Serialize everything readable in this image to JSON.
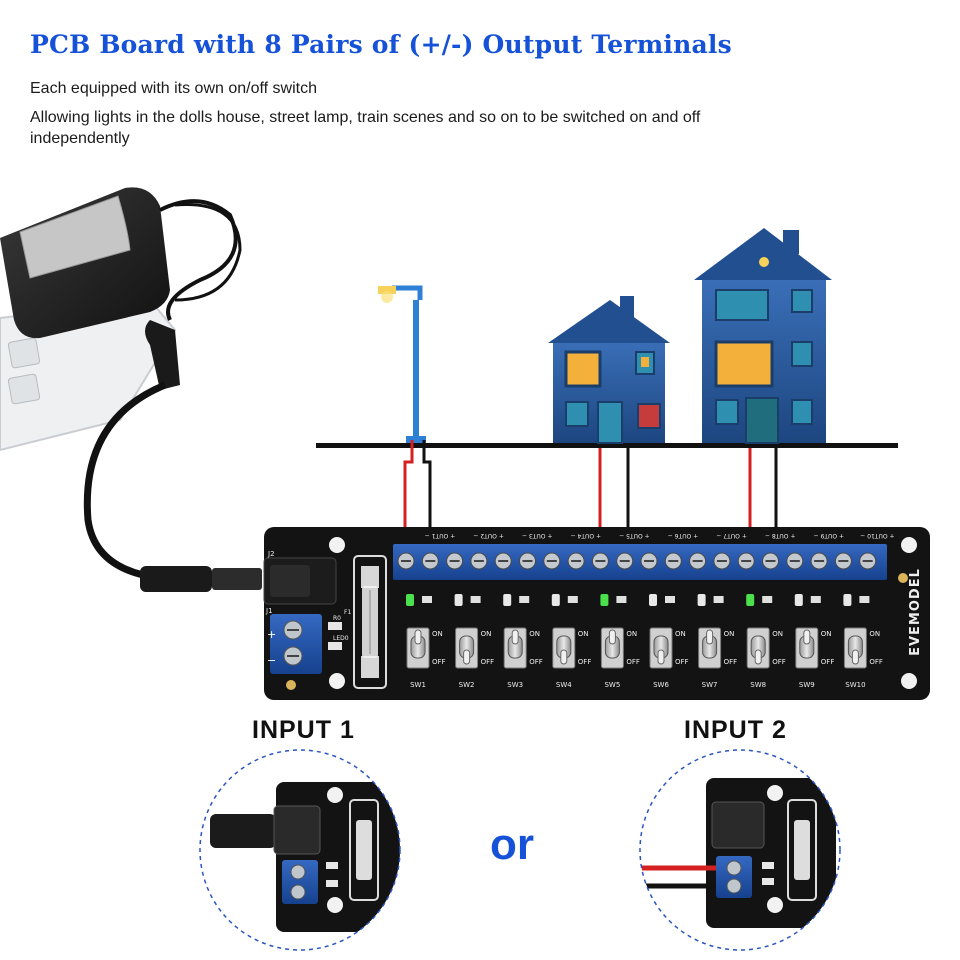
{
  "heading": {
    "title": "PCB Board with 8 Pairs of (+/-) Output Terminals",
    "line1": "Each equipped with its own on/off switch",
    "line2": "Allowing lights in the dolls house, street lamp, train scenes and so on to be switched on and off independently"
  },
  "board": {
    "brand": "EVEMODEL",
    "output_labels": [
      "OUT1",
      "OUT2",
      "OUT3",
      "OUT4",
      "OUT5",
      "OUT6",
      "OUT7",
      "OUT8",
      "OUT9",
      "OUT10"
    ],
    "switch_labels": [
      "SW1",
      "SW2",
      "SW3",
      "SW4",
      "SW5",
      "SW6",
      "SW7",
      "SW8",
      "SW9",
      "SW10"
    ],
    "on_label": "ON",
    "off_label": "OFF",
    "j1_label": "J1",
    "j2_label": "J2",
    "f1_label": "F1",
    "led_label": "LED0",
    "r_label": "R0",
    "plus": "+",
    "minus": "−"
  },
  "inputs": {
    "input1_label": "INPUT 1",
    "input2_label": "INPUT 2",
    "or_label": "or"
  },
  "colors": {
    "title": "#1652d8",
    "board": "#111111",
    "terminal": "#1f4fa8",
    "house": "#2a5a9e",
    "window_lit": "#f3b03a",
    "led_green": "#4ce04c",
    "wire_red": "#d42020"
  }
}
